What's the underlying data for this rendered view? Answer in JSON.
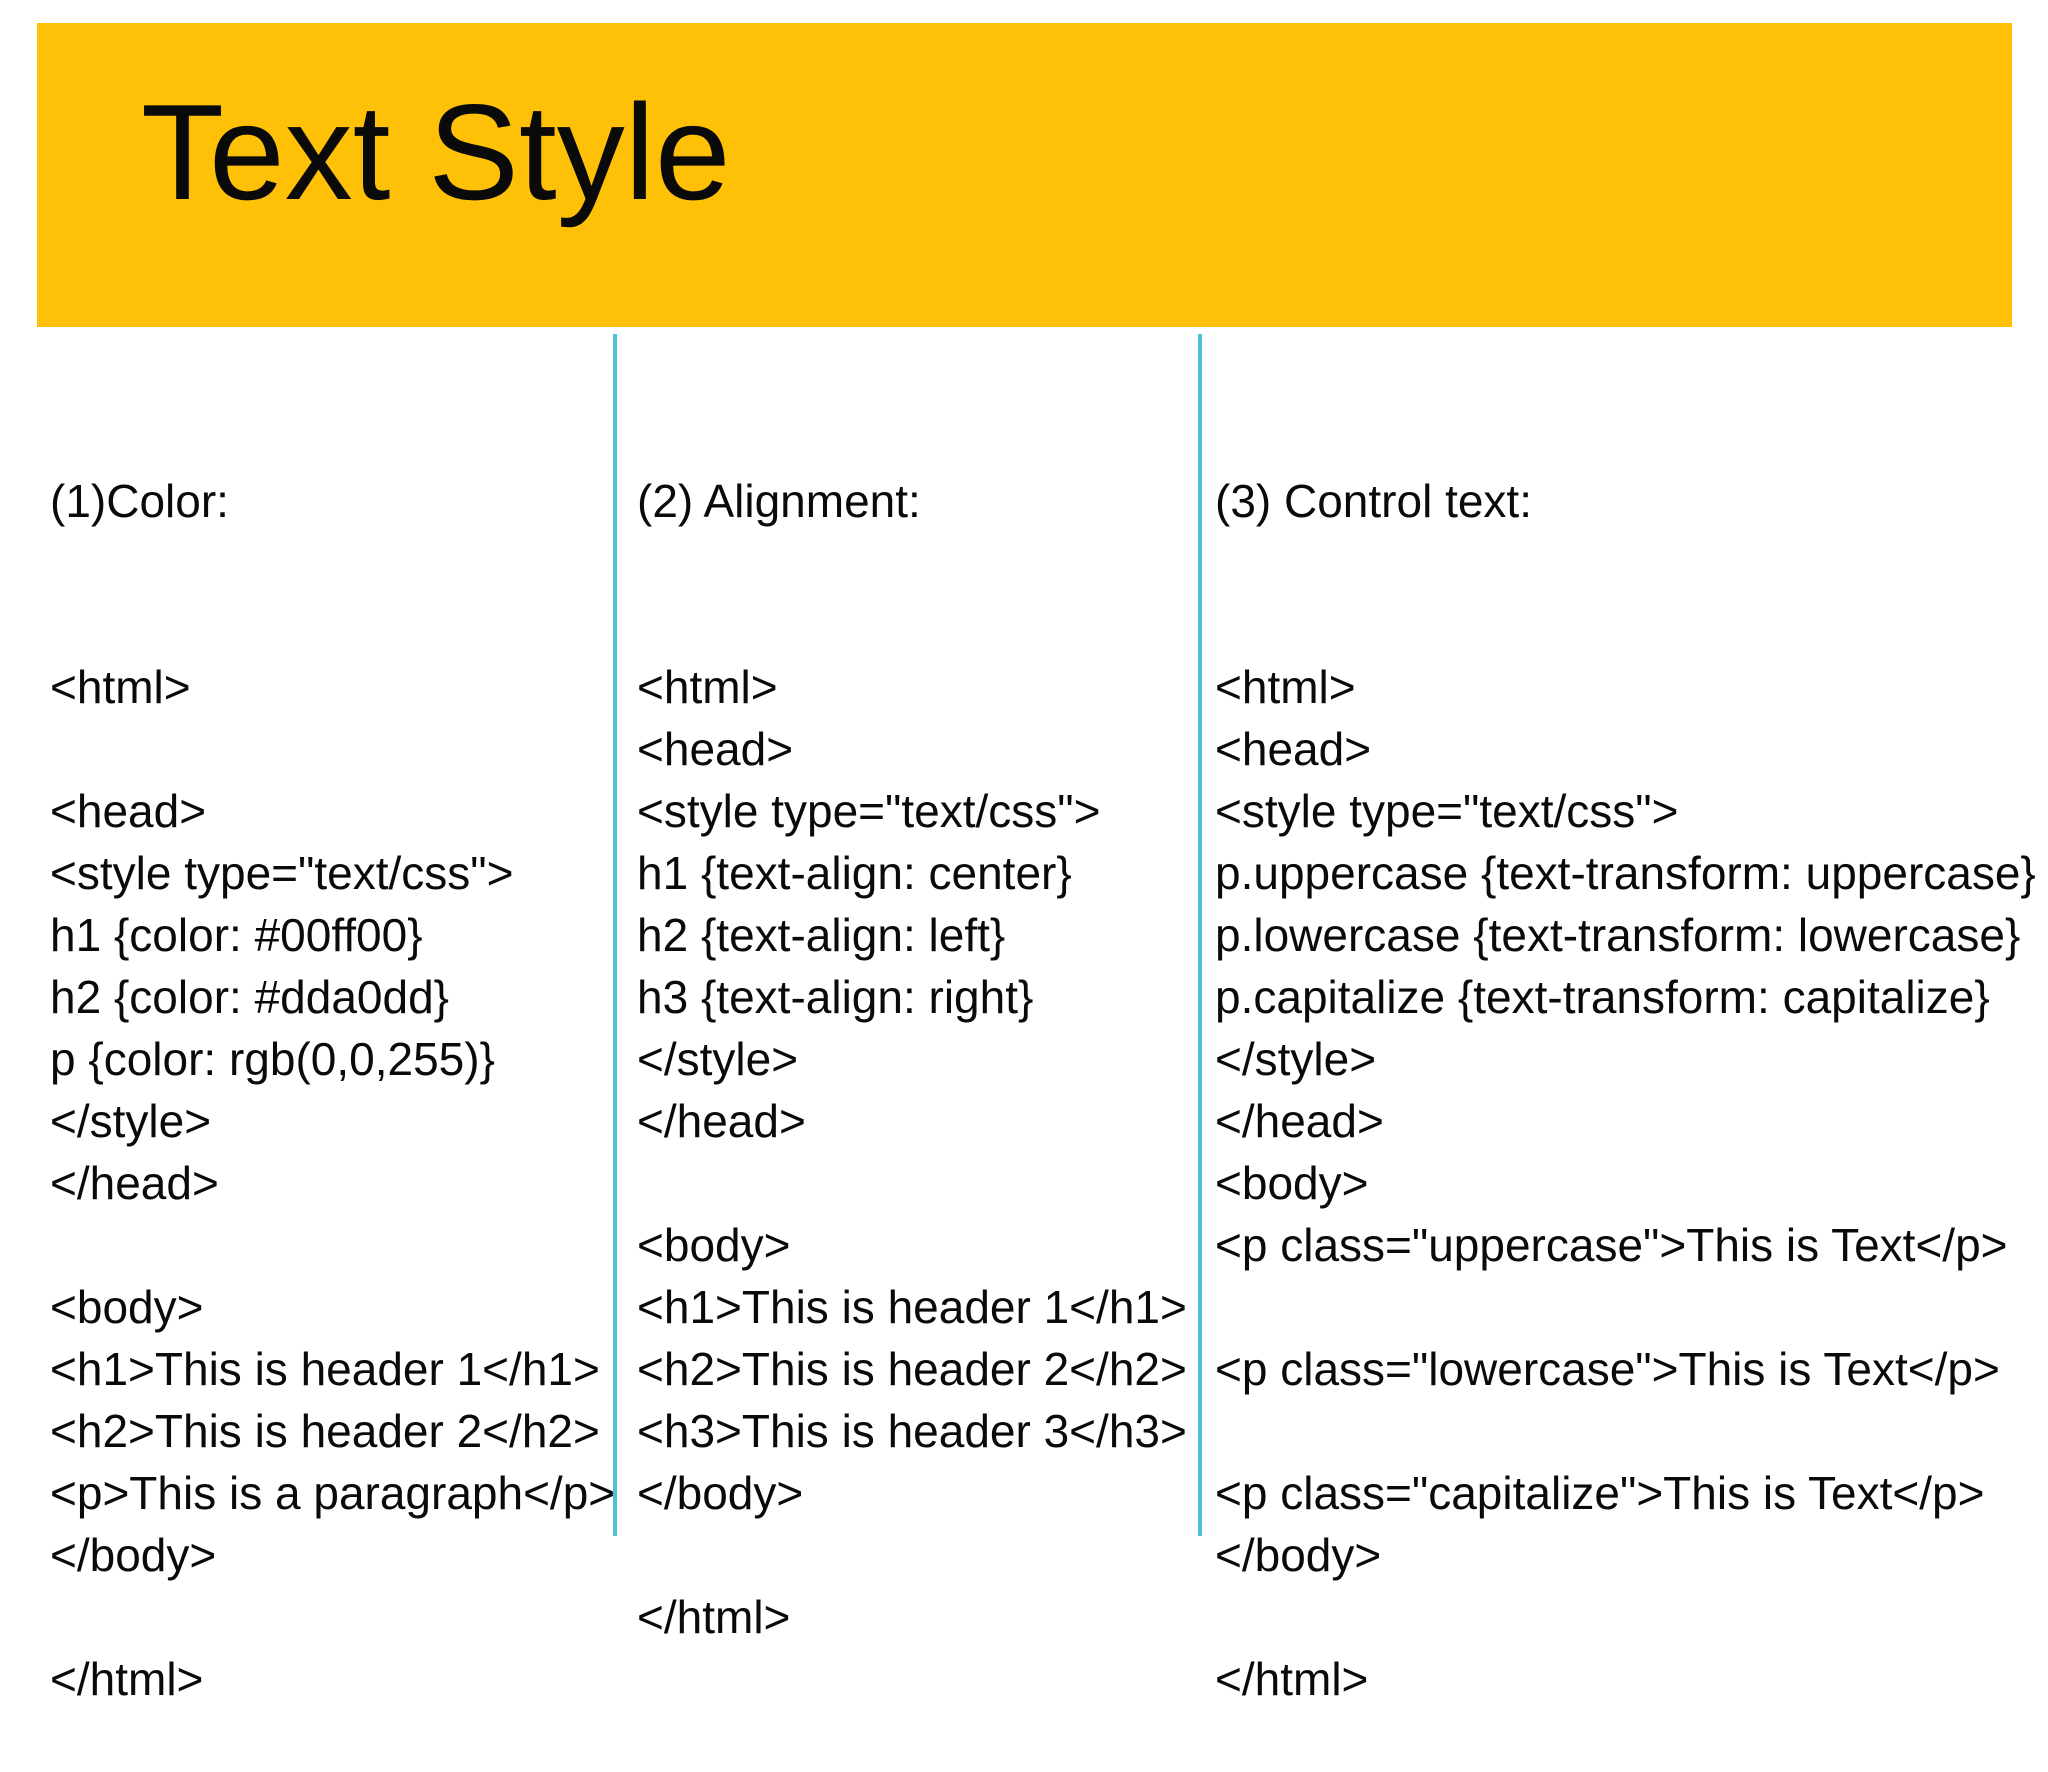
{
  "slide": {
    "title": "Text Style",
    "colors": {
      "banner": "#FFC107",
      "divider": "#4BC2D6",
      "text": "#0A0A0A",
      "background": "#FFFFFF"
    }
  },
  "columns": [
    {
      "id": "color",
      "heading": "(1)Color:",
      "code_lines": [
        "<html>",
        "",
        "<head>",
        "<style type=\"text/css\">",
        "h1 {color: #00ff00}",
        "h2 {color: #dda0dd}",
        "p {color: rgb(0,0,255)}",
        "</style>",
        "</head>",
        "",
        "<body>",
        "<h1>This is header 1</h1>",
        "<h2>This is header 2</h2>",
        "<p>This is a paragraph</p>",
        "</body>",
        "",
        "</html>"
      ]
    },
    {
      "id": "alignment",
      "heading": "(2) Alignment:",
      "code_lines": [
        "<html>",
        "<head>",
        "<style type=\"text/css\">",
        "h1 {text-align: center}",
        "h2 {text-align: left}",
        "h3 {text-align: right}",
        "</style>",
        "</head>",
        "",
        "<body>",
        "<h1>This is header 1</h1>",
        "<h2>This is header 2</h2>",
        "<h3>This is header 3</h3>",
        "</body>",
        "",
        "</html>"
      ]
    },
    {
      "id": "control-text",
      "heading": "(3) Control text:",
      "code_lines": [
        "<html>",
        "<head>",
        "<style type=\"text/css\">",
        "p.uppercase {text-transform: uppercase}",
        "p.lowercase {text-transform: lowercase}",
        "p.capitalize {text-transform: capitalize}",
        "</style>",
        "</head>",
        "<body>",
        "<p class=\"uppercase\">This is Text</p>",
        "",
        "<p class=\"lowercase\">This is Text</p>",
        "",
        "<p class=\"capitalize\">This is Text</p>",
        "</body>",
        "",
        "</html>"
      ]
    }
  ]
}
